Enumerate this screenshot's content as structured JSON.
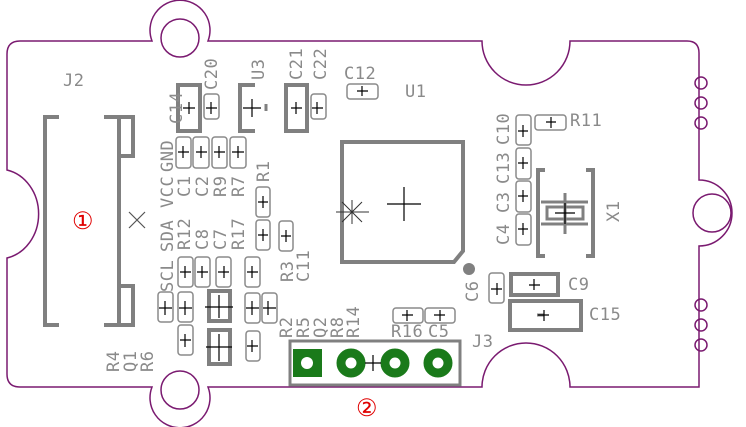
{
  "colors": {
    "outline": "#7a1a70",
    "silkscreen": "#808080",
    "pad_green": "#1a7a1a",
    "callout": "#e00000"
  },
  "callouts": {
    "one": "①",
    "two": "②"
  },
  "labels": {
    "J2": "J2",
    "J3": "J3",
    "U1": "U1",
    "U3": "U3",
    "X1": "X1",
    "C14": "C14",
    "C20": "C20",
    "C21": "C21",
    "C22": "C22",
    "C12": "C12",
    "GND": "GND",
    "VCC": "VCC",
    "SDA": "SDA",
    "SCL": "SCL",
    "C1": "C1",
    "C2": "C2",
    "R9": "R9",
    "R7": "R7",
    "R1": "R1",
    "R12": "R12",
    "C8": "C8",
    "C7": "C7",
    "R17": "R17",
    "R3": "R3",
    "C11": "C11",
    "R4": "R4",
    "Q1": "Q1",
    "R6": "R6",
    "R2": "R2",
    "R5": "R5",
    "Q2": "Q2",
    "R8": "R8",
    "R14": "R14",
    "R16": "R16",
    "C5": "C5",
    "C6": "C6",
    "C9": "C9",
    "C15": "C15",
    "C10": "C10",
    "C13": "C13",
    "C3": "C3",
    "C4": "C4",
    "R11": "R11"
  }
}
